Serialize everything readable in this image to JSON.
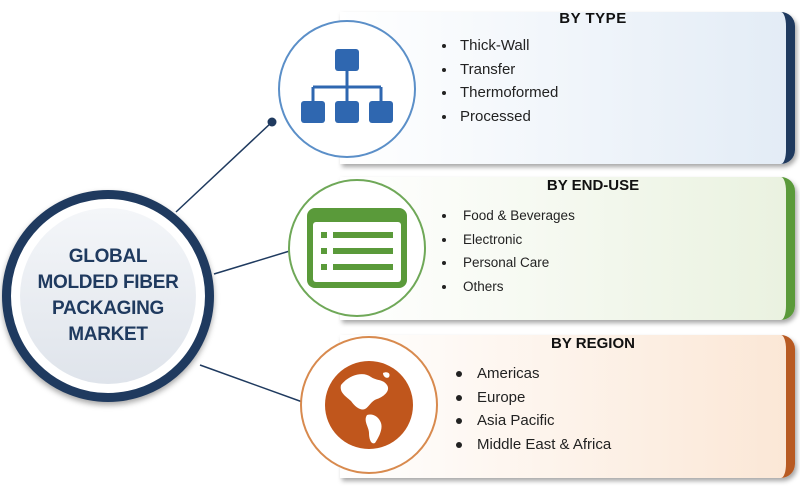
{
  "center": {
    "title": "GLOBAL\nMOLDED FIBER\nPACKAGING\nMARKET"
  },
  "segments": [
    {
      "heading": "BY  TYPE",
      "items": [
        "Thick-Wall",
        "Transfer",
        "Thermoformed",
        "Processed"
      ],
      "icon": "hierarchy-icon",
      "color": "#1f3a5f",
      "icon_color": "#2f67b0"
    },
    {
      "heading": "BY END-USE",
      "items": [
        "Food & Beverages",
        "Electronic",
        "Personal Care",
        "Others"
      ],
      "icon": "list-icon",
      "color": "#5a9a3a",
      "icon_color": "#5a9a3a"
    },
    {
      "heading": "BY REGION",
      "items": [
        "Americas",
        "Europe",
        "Asia Pacific",
        "Middle East & Africa"
      ],
      "icon": "globe-icon",
      "color": "#b85a22",
      "icon_color": "#c0561c"
    }
  ]
}
